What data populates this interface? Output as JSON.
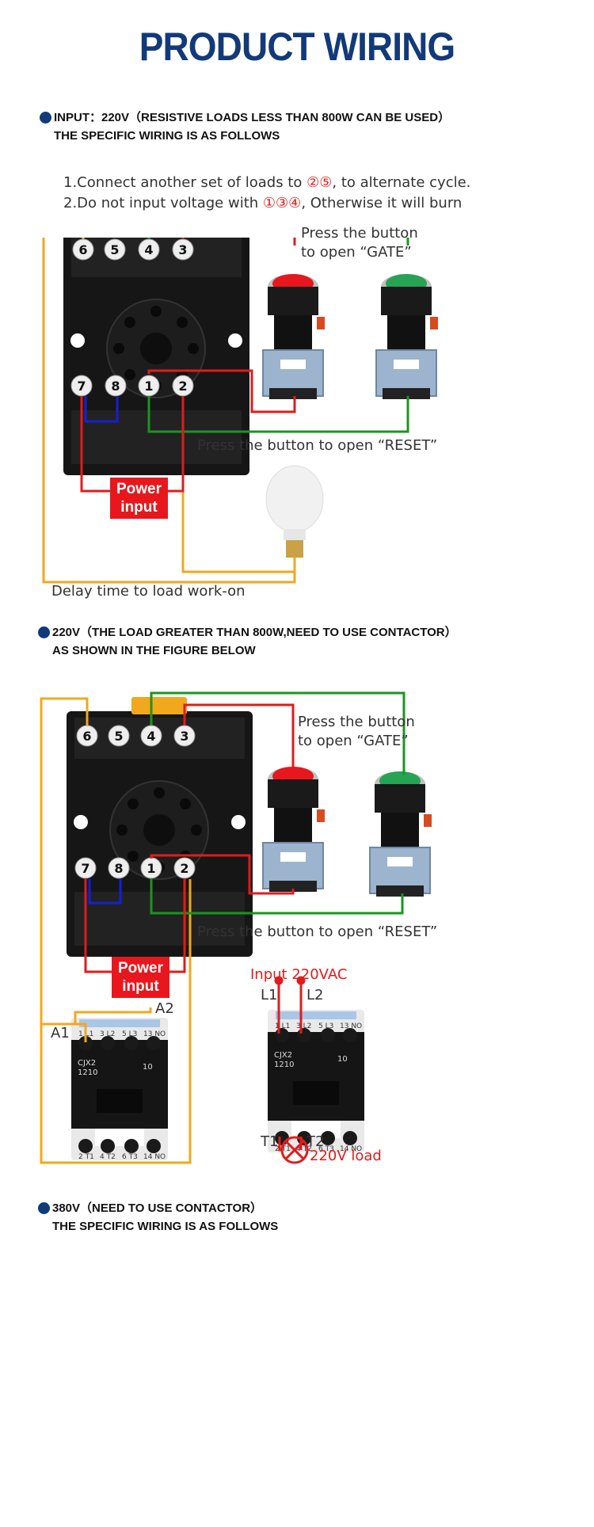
{
  "title": "PRODUCT WIRING",
  "section1": {
    "line1": "INPUT：220V（RESISTIVE LOADS LESS THAN 800W CAN BE USED）",
    "line2": "THE SPECIFIC WIRING IS AS FOLLOWS"
  },
  "notes": {
    "n1_pre": "1.Connect another set of loads to ",
    "n1_circ": "②⑤",
    "n1_post": ", to alternate cycle.",
    "n2_pre": "2.Do not input voltage with ",
    "n2_circ": "①③④",
    "n2_post": ", Otherwise it will burn"
  },
  "relay_terminals": {
    "top": [
      "6",
      "5",
      "4",
      "3"
    ],
    "bottom": [
      "7",
      "8",
      "1",
      "2"
    ]
  },
  "diagram1": {
    "gate_label_1": "Press the button",
    "gate_label_2": "to open “GATE”",
    "reset_label": "Press the button to open “RESET”",
    "power_1": "Power",
    "power_2": "input",
    "delay_label": "Delay time to load work-on"
  },
  "section2": {
    "line1": "220V（THE LOAD GREATER THAN 800W,NEED TO USE  CONTACTOR）",
    "line2": "AS SHOWN IN THE FIGURE BELOW"
  },
  "diagram2": {
    "gate_label_1": "Press the button",
    "gate_label_2": "to open “GATE”",
    "reset_label": "Press the button to open “RESET”",
    "power_1": "Power",
    "power_2": "input",
    "a1": "A1",
    "a2": "A2",
    "input_label": "Input 220VAC",
    "l1": "L1",
    "l2": "L2",
    "t1": "T1",
    "t2": "T2",
    "load_label": "220V load"
  },
  "contactor": {
    "model": "CJX2",
    "code": "1210",
    "rating": "10",
    "top_marks": [
      "1 L1",
      "3 L2",
      "5 L3",
      "13 NO"
    ],
    "bottom_marks": [
      "2 T1",
      "4 T2",
      "6 T3",
      "14 NO"
    ]
  },
  "section3": {
    "line1": "380V（NEED TO USE CONTACTOR）",
    "line2": "THE SPECIFIC WIRING IS AS FOLLOWS"
  },
  "colors": {
    "title": "#123a7a",
    "wire_orange": "#f2a81d",
    "wire_green": "#19961f",
    "wire_red": "#e21b1b",
    "wire_blue": "#1420d8",
    "button_red": "#e8171d",
    "button_green": "#27a354"
  }
}
